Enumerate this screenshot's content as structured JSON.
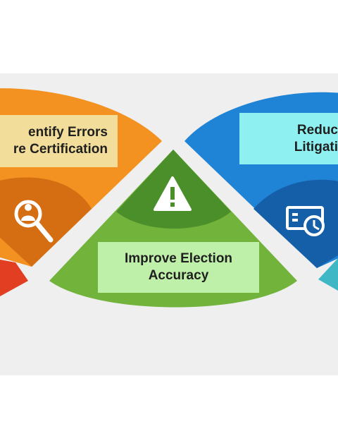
{
  "panels": {
    "left": {
      "label_line1": "entify Errors",
      "label_line2": "re Certification",
      "icon": "magnifier-person-icon"
    },
    "center": {
      "label_line1": "Improve Election",
      "label_line2": "Accuracy",
      "icon": "warning-icon"
    },
    "right": {
      "label_line1": "Reduc",
      "label_line2": "Litigati",
      "icon": "ballot-clock-icon"
    }
  },
  "colors": {
    "background_band": "#efefef",
    "orange": "#f39220",
    "orange_inner": "#d56d12",
    "green": "#72b33c",
    "green_inner": "#4a8f2a",
    "blue": "#1f83d6",
    "blue_inner": "#155fa8",
    "red": "#e23e21",
    "teal": "#3fb7c4",
    "left_label_bg": "#f2dd9a",
    "center_label_bg": "#bff0a9",
    "right_label_bg": "#8ef0f0"
  }
}
